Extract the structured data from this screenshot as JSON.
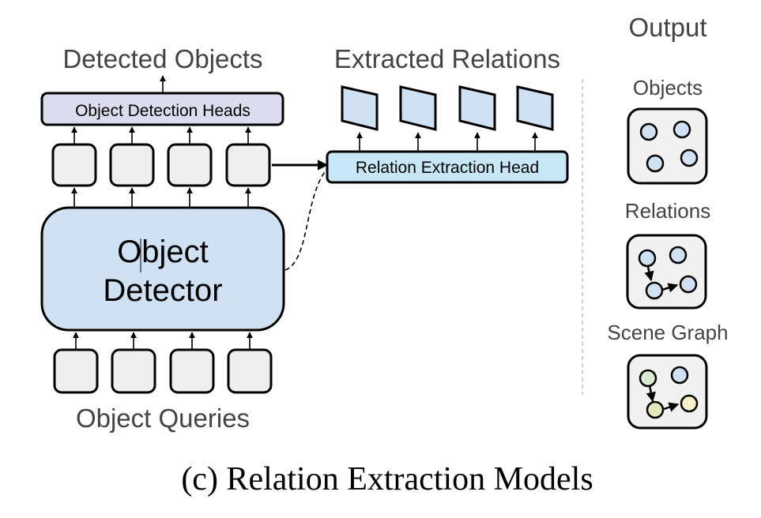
{
  "labels": {
    "detected_objects": "Detected Objects",
    "extracted_relations": "Extracted Relations",
    "output": "Output",
    "object_detection_heads": "Object Detection Heads",
    "relation_extraction_head": "Relation Extraction Head",
    "object_detector_line1": "Object",
    "object_detector_line2": "Detector",
    "object_queries": "Object Queries",
    "output_objects": "Objects",
    "output_relations": "Relations",
    "output_scene_graph": "Scene Graph"
  },
  "caption": "(c) Relation Extraction Models",
  "counts": {
    "queries": 4,
    "features": 4,
    "relations": 4
  },
  "colors": {
    "detection_heads_fill": "#dcdcef",
    "relation_head_fill": "#c7e6f6",
    "detector_fill": "#cfe1f3",
    "token_fill": "#eeeeee",
    "relation_output_fill": "#cfe1f3",
    "node_blue": "#cfe1f3",
    "node_green": "#dbe8d2",
    "node_yellow": "#fdf1cc",
    "node_olive": "#e3e7bb",
    "panel_fill": "#f1f1f1"
  }
}
